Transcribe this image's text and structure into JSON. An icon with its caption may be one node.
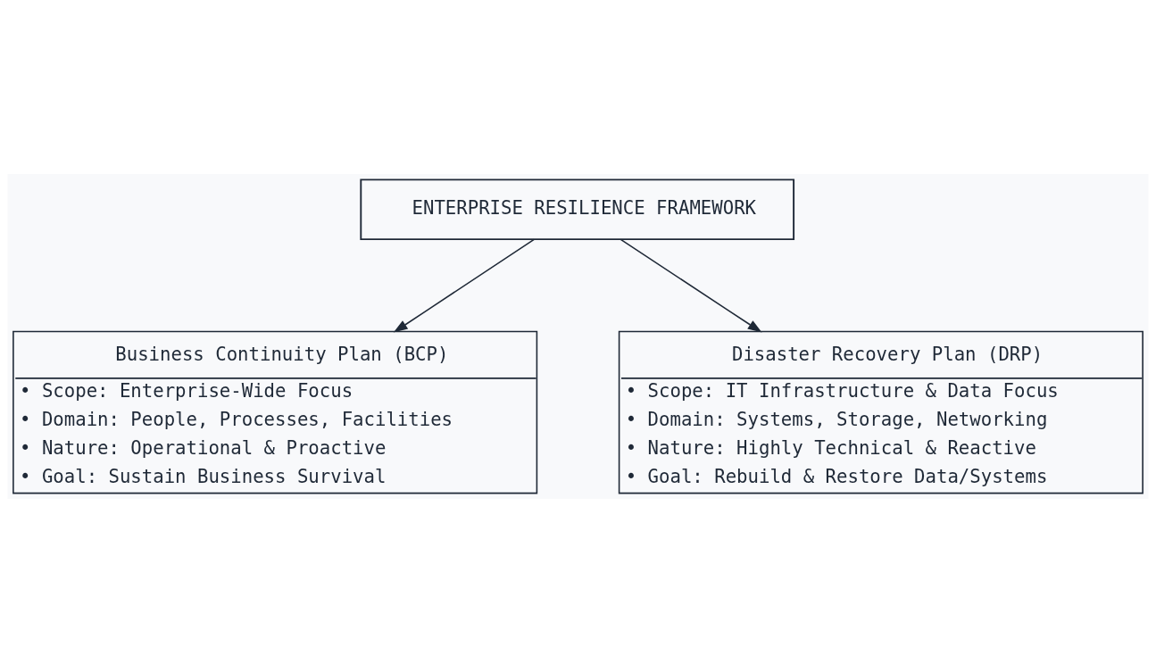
{
  "diagram": {
    "nodes": [
      {
        "text": [
          "ENTERPRISE RESILIENCE FRAMEWORK"
        ]
      },
      {
        "text": [
          "Business Continuity Plan (BCP)",
          "• Scope: Enterprise-Wide Focus",
          "• Domain: People, Processes, Facilities",
          "• Nature: Operational & Proactive",
          "• Goal: Sustain Business Survival"
        ]
      },
      {
        "text": [
          "Disaster Recovery Plan (DRP)",
          "• Scope: IT Infrastructure & Data Focus",
          "• Domain: Systems, Storage, Networking",
          "• Nature: Highly Technical & Reactive",
          "• Goal: Rebuild & Restore Data/Systems"
        ]
      }
    ],
    "edges": [
      {
        "from": 0,
        "to": 1,
        "arrow": "to"
      },
      {
        "from": 0,
        "to": 2,
        "arrow": "to"
      }
    ]
  }
}
